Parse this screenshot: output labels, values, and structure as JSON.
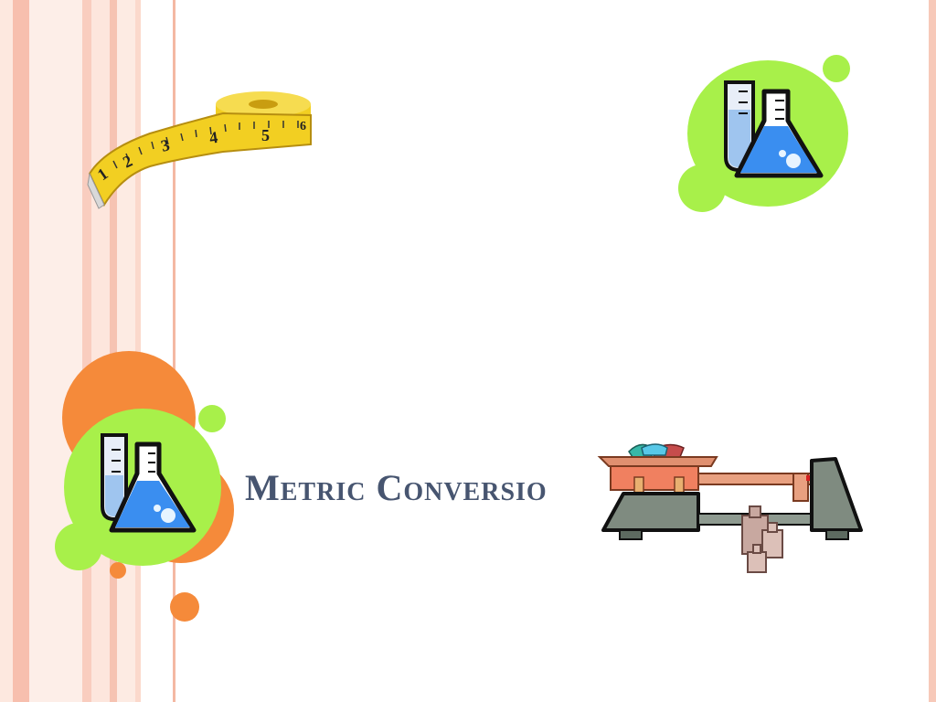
{
  "slide": {
    "title": "Metric Conversio"
  },
  "icons": {
    "tape": "measuring-tape-icon",
    "lab_top": "lab-glassware-icon",
    "lab_left": "lab-glassware-icon",
    "balance": "balance-scale-icon"
  },
  "tape_marks": [
    "1",
    "2",
    "3",
    "4",
    "5",
    "6"
  ],
  "colors": {
    "accent_orange": "#f58a3a",
    "accent_green": "#a8f04a",
    "flask_blue": "#3a8ef0",
    "tape_yellow": "#f2cf22",
    "stripe_pink": "#fbd9cc",
    "title": "#475570"
  }
}
